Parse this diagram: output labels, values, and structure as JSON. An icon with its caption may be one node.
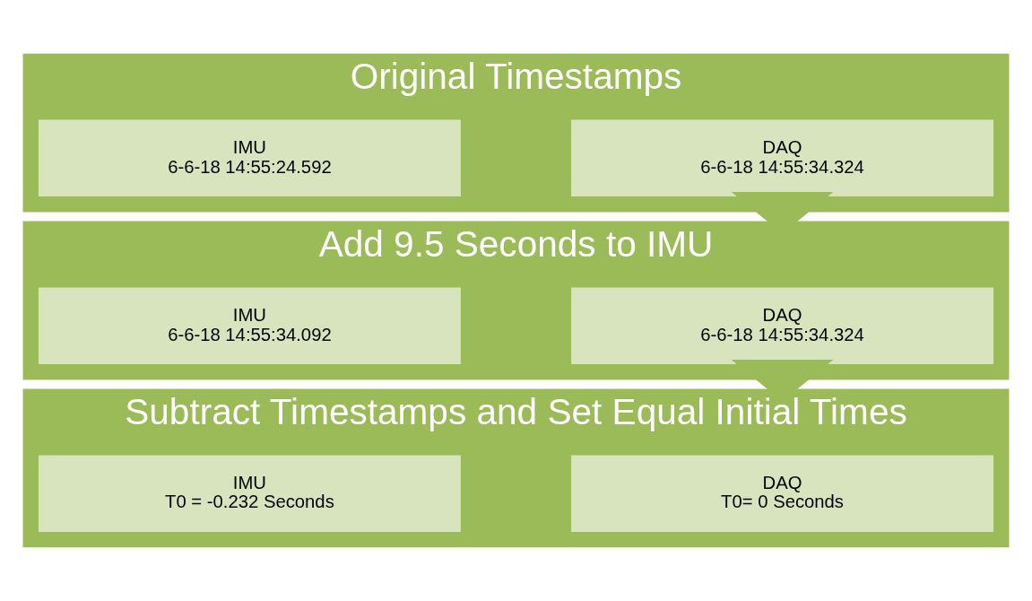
{
  "diagram": {
    "nodes": [
      {
        "text": [
          "Original Timestamps"
        ]
      },
      {
        "text": [
          "DAQ",
          "6-6-18 14:55:34.324"
        ],
        "in": 0
      },
      {
        "text": [
          "IMU",
          "6-6-18 14:55:24.592"
        ],
        "in": 0
      },
      {
        "text": [
          "Add 9.5 Seconds to IMU"
        ]
      },
      {
        "text": [
          "DAQ",
          "6-6-18 14:55:34.324"
        ],
        "in": 3
      },
      {
        "text": [
          "IMU",
          "6-6-18 14:55:34.092"
        ],
        "in": 3
      },
      {
        "text": [
          "Subtract Timestamps and Set Equal Initial Times"
        ]
      },
      {
        "text": [
          "DAQ",
          "T0= 0 Seconds"
        ],
        "in": 6
      },
      {
        "text": [
          "IMU",
          "T0 = -0.232 Seconds"
        ],
        "in": 6
      }
    ],
    "edges": [
      {
        "from": 0,
        "to": 3,
        "arrow": "to",
        "style": "thick"
      },
      {
        "from": 3,
        "to": 6,
        "arrow": "to",
        "style": "thick"
      }
    ]
  }
}
